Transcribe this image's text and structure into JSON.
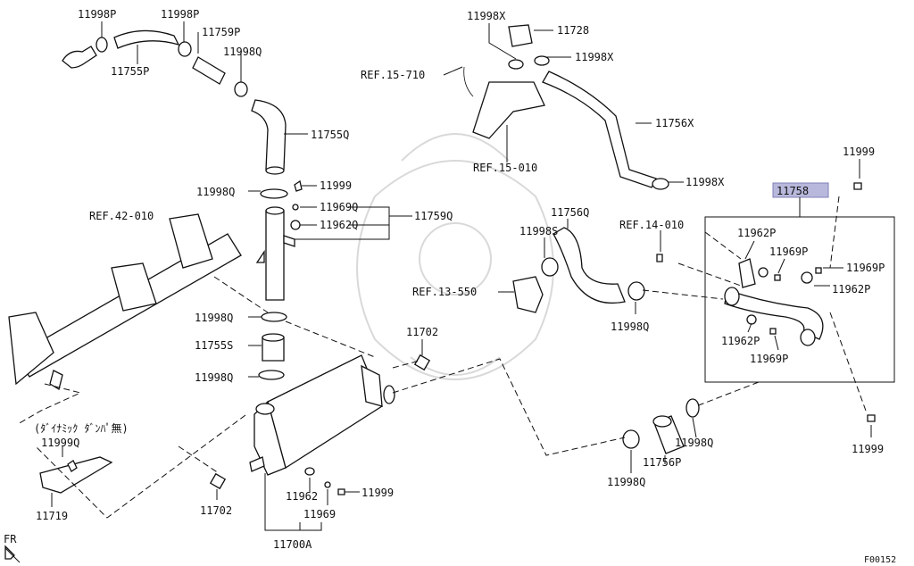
{
  "labels": {
    "p11998P_a": "11998P",
    "p11998P_b": "11998P",
    "p11759P": "11759P",
    "p11998Q_top": "11998Q",
    "p11755P": "11755P",
    "p11755Q": "11755Q",
    "p11998Q_mid": "11998Q",
    "p11999_mid": "11999",
    "p11969Q": "11969Q",
    "p11759Q": "11759Q",
    "p11962Q": "11962Q",
    "ref42": "REF.42-010",
    "p11998Q_low": "11998Q",
    "p11755S": "11755S",
    "p11998Q_low2": "11998Q",
    "p11702_top": "11702",
    "note_dynamic": "(ﾀﾞｲﾅﾐｯｸ ﾀﾞﾝﾊﾟ無)",
    "p11999Q": "11999Q",
    "p11719": "11719",
    "p11702_bot": "11702",
    "p11962": "11962",
    "p11969": "11969",
    "p11999_bot": "11999",
    "p11700A": "11700A",
    "fr": "FR",
    "p11998X_a": "11998X",
    "p11728": "11728",
    "p11998X_b": "11998X",
    "ref15_710": "REF.15-710",
    "p11756X": "11756X",
    "ref15_010": "REF.15-010",
    "p11998X_c": "11998X",
    "p11756Q": "11756Q",
    "p11998S": "11998S",
    "ref14_010": "REF.14-010",
    "ref13_550": "REF.13-550",
    "p11998Q_r": "11998Q",
    "p11758": "11758",
    "p11999_tr": "11999",
    "p11962P_a": "11962P",
    "p11969P_a": "11969P",
    "p11969P_b": "11969P",
    "p11962P_b": "11962P",
    "p11962P_c": "11962P",
    "p11969P_c": "11969P",
    "p11999_br": "11999",
    "p11998Q_br": "11998Q",
    "p11756P": "11756P",
    "p11998Q_bot": "11998Q",
    "fig_id": "F00152"
  },
  "colors": {
    "line": "#111111",
    "highlight": "#b8b8dc",
    "watermark": "#d9d9d9"
  }
}
